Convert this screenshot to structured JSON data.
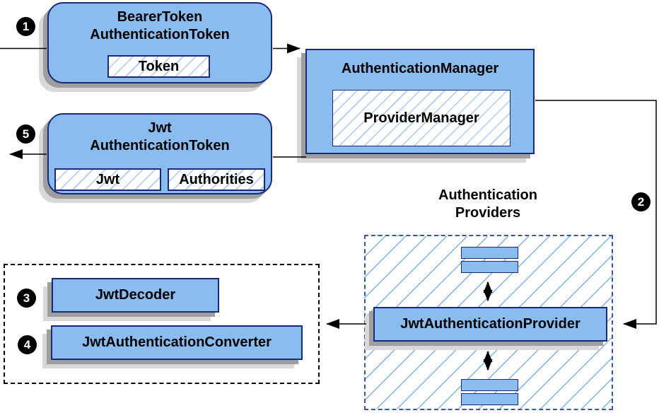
{
  "colors": {
    "box_fill": "#8ABCF0",
    "box_border": "#1C2879",
    "hatch_small": "#A9CBEF",
    "hatch_large": "#7FB2E5",
    "dashed_border": "#3A5795",
    "dotted_border": "#000000",
    "shadow_dark": "#9E9E9E",
    "shadow_light": "#D8D8D8",
    "arrow_color": "#000000",
    "step_bg": "#000000",
    "step_fg": "#FFFFFF"
  },
  "boxes": {
    "bearer_token": {
      "title_line1": "BearerToken",
      "title_line2": "AuthenticationToken",
      "field_token": "Token"
    },
    "authentication_manager": {
      "title": "AuthenticationManager",
      "provider_manager": "ProviderManager"
    },
    "jwt_authentication_token": {
      "title_line1": "Jwt",
      "title_line2": "AuthenticationToken",
      "field_jwt": "Jwt",
      "field_authorities": "Authorities"
    },
    "jwt_authentication_provider": {
      "label": "JwtAuthenticationProvider"
    },
    "jwt_decoder": {
      "label": "JwtDecoder"
    },
    "jwt_authentication_converter": {
      "label": "JwtAuthenticationConverter"
    }
  },
  "labels": {
    "authentication_providers_line1": "Authentication",
    "authentication_providers_line2": "Providers"
  },
  "steps": {
    "step1": "1",
    "step2": "2",
    "step3": "3",
    "step4": "4",
    "step5": "5"
  }
}
